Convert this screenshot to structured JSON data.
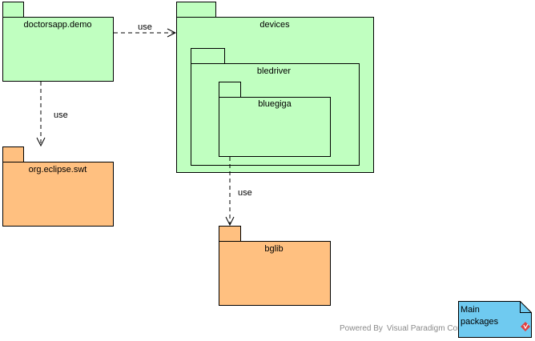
{
  "colors": {
    "green_fill": "#c0ffc0",
    "orange_fill": "#ffc080",
    "note_fill": "#6fcaf0",
    "stroke": "#000000",
    "watermark_text": "#8a8a8a",
    "watermark_logo": "#e04040"
  },
  "packages": {
    "doctorsapp_demo": "doctorsapp.demo",
    "devices": "devices",
    "bledriver": "bledriver",
    "bluegiga": "bluegiga",
    "org_eclipse_swt": "org.eclipse.swt",
    "bglib": "bglib"
  },
  "dependencies": {
    "doctorsapp_to_devices": "use",
    "doctorsapp_to_swt": "use",
    "bluegiga_to_bglib": "use"
  },
  "note": {
    "line1": "Main",
    "line2": "packages"
  },
  "watermark": {
    "text": "Powered By Visual Paradigm Community Edition",
    "logo_icon": "visual-paradigm-logo-icon"
  }
}
